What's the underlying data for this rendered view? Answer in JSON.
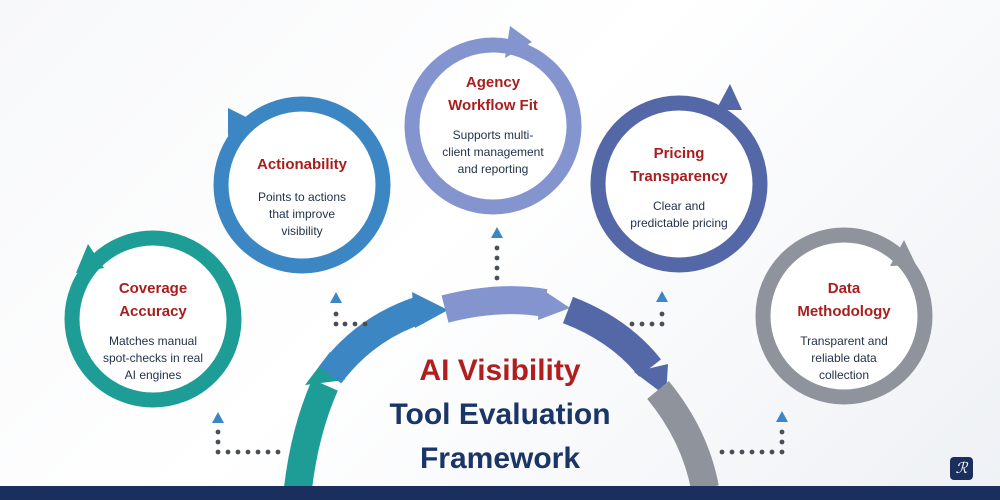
{
  "center": {
    "line1": "AI Visibility",
    "line2": "Tool Evaluation",
    "line3": "Framework"
  },
  "criteria": [
    {
      "title1": "Coverage",
      "title2": "Accuracy",
      "d1": "Matches manual",
      "d2": "spot-checks in real",
      "d3": "AI engines"
    },
    {
      "title1": "Actionability",
      "title2": "",
      "d1": "Points to actions",
      "d2": "that improve",
      "d3": "visibility"
    },
    {
      "title1": "Agency",
      "title2": "Workflow Fit",
      "d1": "Supports multi-",
      "d2": "client management",
      "d3": "and reporting"
    },
    {
      "title1": "Pricing",
      "title2": "Transparency",
      "d1": "Clear and",
      "d2": "predictable pricing",
      "d3": ""
    },
    {
      "title1": "Data",
      "title2": "Methodology",
      "d1": "Transparent and",
      "d2": "reliable data",
      "d3": "collection"
    }
  ],
  "colors": {
    "teal": "#1e9c96",
    "blue": "#3d86c4",
    "lavender": "#8494cf",
    "indigo": "#5468a8",
    "gray": "#8e939c",
    "title_red": "#a81e1e",
    "navy": "#1b3566"
  },
  "icons": [
    "cycle-arrow-icon",
    "dotted-connector-icon",
    "up-triangle-icon",
    "logo-icon"
  ]
}
